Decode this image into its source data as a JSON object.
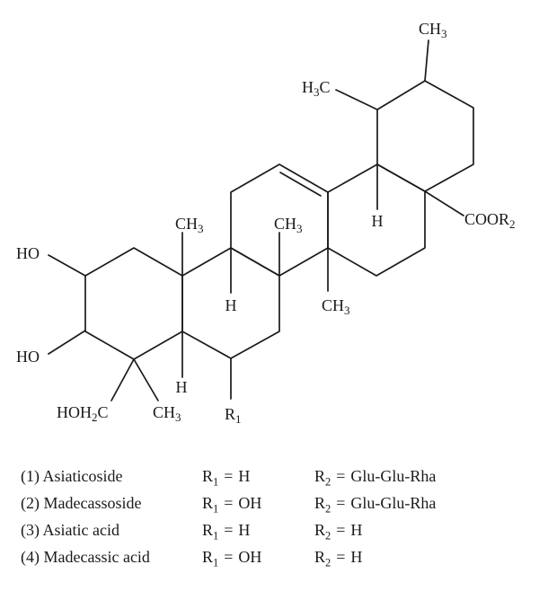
{
  "figure": {
    "background_color": "#ffffff",
    "line_color": "#1a1a1a",
    "text_color": "#1a1a1a"
  },
  "structure": {
    "description": "Pentacyclic triterpene (ursane) skeleton with substituents",
    "labels": {
      "ch3": {
        "pre": "CH",
        "sub": "3"
      },
      "h3c": {
        "pre": "H",
        "sub": "3",
        "post": "C"
      },
      "coor2": {
        "pre": "COOR",
        "sub": "2"
      },
      "hoh2c": {
        "pre": "HOH",
        "sub": "2",
        "post": "C"
      },
      "r1": {
        "pre": "R",
        "sub": "1"
      },
      "ho": "HO",
      "h": "H"
    }
  },
  "legend": {
    "r1_symbol": {
      "pre": "R",
      "sub": "1"
    },
    "r2_symbol": {
      "pre": "R",
      "sub": "2"
    },
    "equals": "=",
    "rows": [
      {
        "name": "(1) Asiaticoside",
        "r1": "H",
        "r2": "Glu-Glu-Rha"
      },
      {
        "name": "(2) Madecassoside",
        "r1": "OH",
        "r2": "Glu-Glu-Rha"
      },
      {
        "name": "(3) Asiatic acid",
        "r1": "H",
        "r2": "H"
      },
      {
        "name": "(4) Madecassic acid",
        "r1": "OH",
        "r2": "H"
      }
    ]
  }
}
